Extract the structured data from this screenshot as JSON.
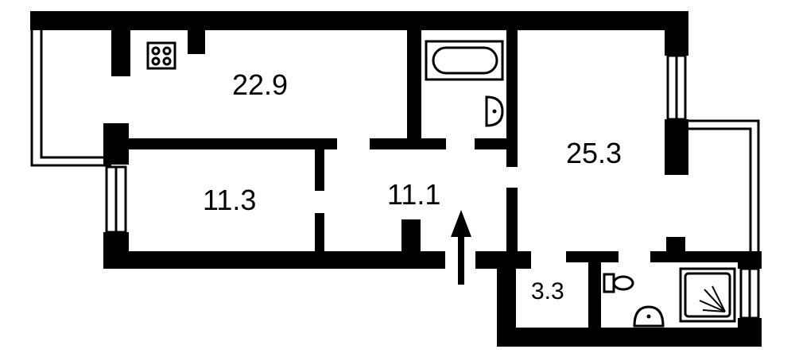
{
  "rooms": {
    "kitchen_area": "22.9",
    "living_area": "25.3",
    "bedroom_area": "11.3",
    "hall_area": "11.1",
    "small_room_area": "3.3"
  },
  "colors": {
    "wall": "#000000",
    "background": "#ffffff"
  },
  "icons": [
    "stove-icon",
    "bathtub-icon",
    "sink-icon",
    "toilet-icon",
    "shower-icon",
    "entrance-arrow-icon",
    "window-icon",
    "balcony-icon"
  ]
}
